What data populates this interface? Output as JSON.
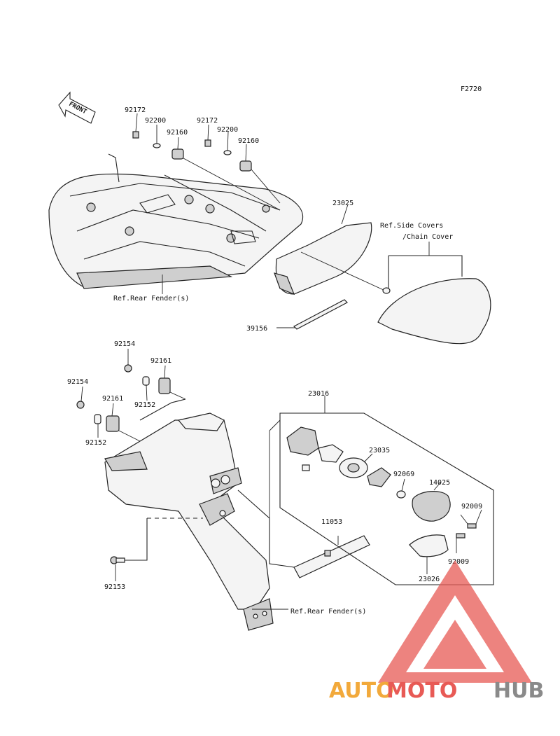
{
  "figure_code": "F2720",
  "front_arrow_label": "FRONT",
  "colors": {
    "watermark_red": "#e85a55",
    "watermark_orange": "#f2a93b",
    "watermark_gray": "#8a8a8a"
  },
  "watermark": {
    "part1": "AUTO",
    "part2": "MOTO",
    "part3": "HUB"
  },
  "labels": {
    "p92172a": "92172",
    "p92200a": "92200",
    "p92160a": "92160",
    "p92172b": "92172",
    "p92200b": "92200",
    "p92160b": "92160",
    "p23025": "23025",
    "ref_side_covers_1": "Ref.Side Covers",
    "ref_side_covers_2": "/Chain Cover",
    "ref_rear_fender_top": "Ref.Rear Fender(s)",
    "p39156": "39156",
    "p92154a": "92154",
    "p92161a": "92161",
    "p92152a": "92152",
    "p92154b": "92154",
    "p92161b": "92161",
    "p92152b": "92152",
    "p23016": "23016",
    "p23035": "23035",
    "p92069": "92069",
    "p14025": "14025",
    "p92009a": "92009",
    "p92009b": "92009",
    "p23026": "23026",
    "p11053": "11053",
    "p92153": "92153",
    "ref_rear_fender_bottom": "Ref.Rear Fender(s)"
  }
}
